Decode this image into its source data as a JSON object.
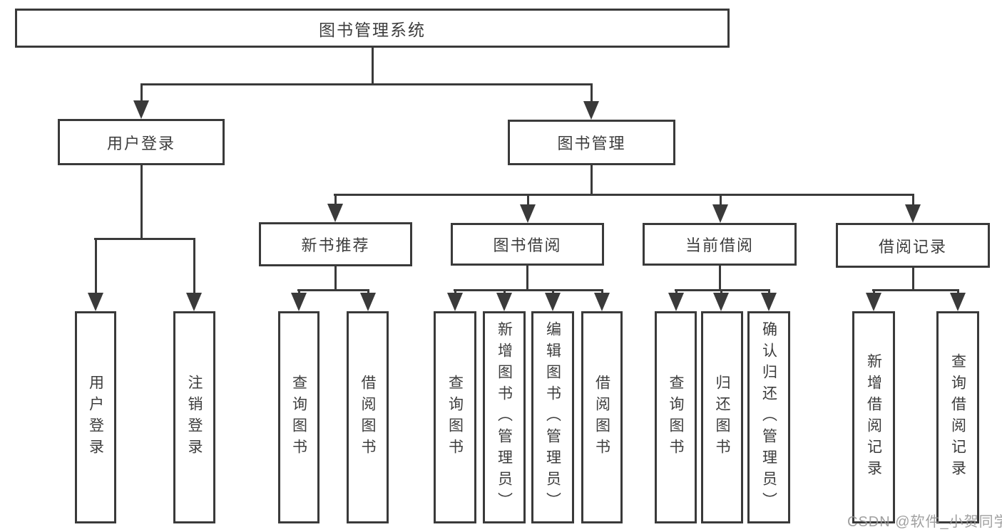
{
  "diagram_title": "图书管理系统",
  "nodes": {
    "root": "图书管理系统",
    "user_login": "用户登录",
    "book_mgmt": "图书管理",
    "new_book_rec": "新书推荐",
    "book_borrow": "图书借阅",
    "current_borrow": "当前借阅",
    "borrow_record": "借阅记录",
    "login": "用户登录",
    "logout": "注销登录",
    "rec_query_book": "查询图书",
    "rec_borrow_book": "借阅图书",
    "bor_query_book": "查询图书",
    "bor_add_book": "新增图书（管理员）",
    "bor_edit_book": "编辑图书（管理员）",
    "bor_borrow_book": "借阅图书",
    "cur_query_book": "查询图书",
    "cur_return_book": "归还图书",
    "cur_confirm_return": "确认归还（管理员）",
    "rcd_add_record": "新增借阅记录",
    "rcd_query_record": "查询借阅记录"
  },
  "hierarchy": {
    "图书管理系统": [
      "用户登录",
      "图书管理"
    ],
    "用户登录": [
      "用户登录",
      "注销登录"
    ],
    "图书管理": [
      "新书推荐",
      "图书借阅",
      "当前借阅",
      "借阅记录"
    ],
    "新书推荐": [
      "查询图书",
      "借阅图书"
    ],
    "图书借阅": [
      "查询图书",
      "新增图书（管理员）",
      "编辑图书（管理员）",
      "借阅图书"
    ],
    "当前借阅": [
      "查询图书",
      "归还图书",
      "确认归还（管理员）"
    ],
    "借阅记录": [
      "新增借阅记录",
      "查询借阅记录"
    ]
  },
  "watermark": "CSDN @软件_小贺同学",
  "colors": {
    "line": "#3a3a3a",
    "box_border": "#3a3a3a",
    "box_background": "#ffffff",
    "text": "#3d3d3d",
    "watermark": "#969696",
    "background": "#ffffff"
  }
}
